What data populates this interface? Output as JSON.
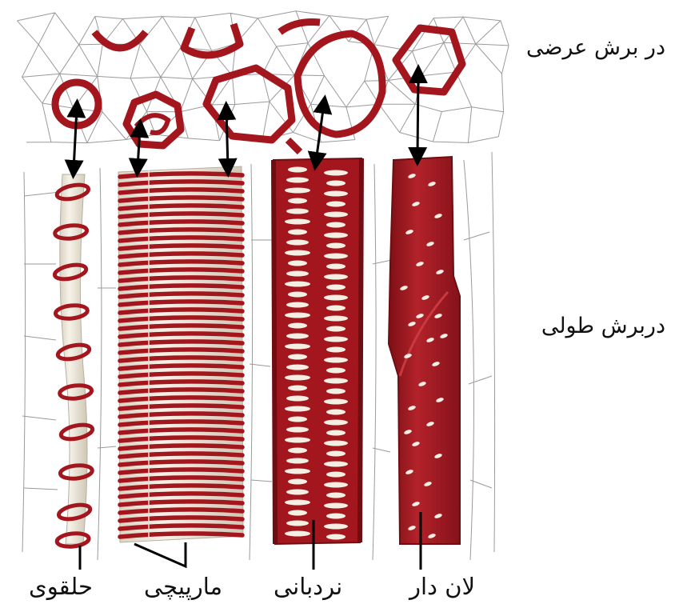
{
  "labels": {
    "cross_section": "در برش عرضی",
    "longitudinal_section": "دربرش طولی",
    "annular": "حلقوی",
    "spiral": "مارپیچی",
    "scalariform": "نردبانی",
    "pitted": "لان دار"
  },
  "colors": {
    "wall": "#a4161d",
    "wall_dark": "#6e0d12",
    "wall_light": "#c93a3f",
    "lumen": "#f4efe3",
    "cell_line": "#9a9a9a",
    "arrow": "#000000"
  }
}
